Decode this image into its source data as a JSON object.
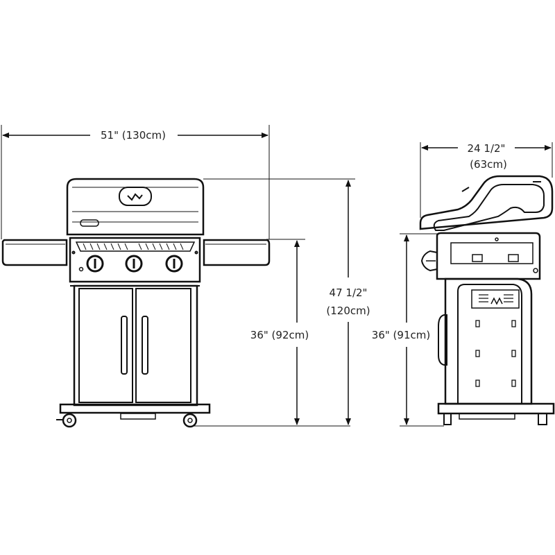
{
  "dimensions": {
    "front_width": "51\" (130cm)",
    "front_total_height_line1": "47 1/2\"",
    "front_total_height_line2": "(120cm)",
    "front_side_shelf_height": "36\" (92cm)",
    "side_depth_line1": "24 1/2\"",
    "side_depth_line2": "(63cm)",
    "side_height": "36\" (91cm)"
  },
  "colors": {
    "line": "#111111",
    "text": "#222222",
    "background": "#ffffff"
  }
}
